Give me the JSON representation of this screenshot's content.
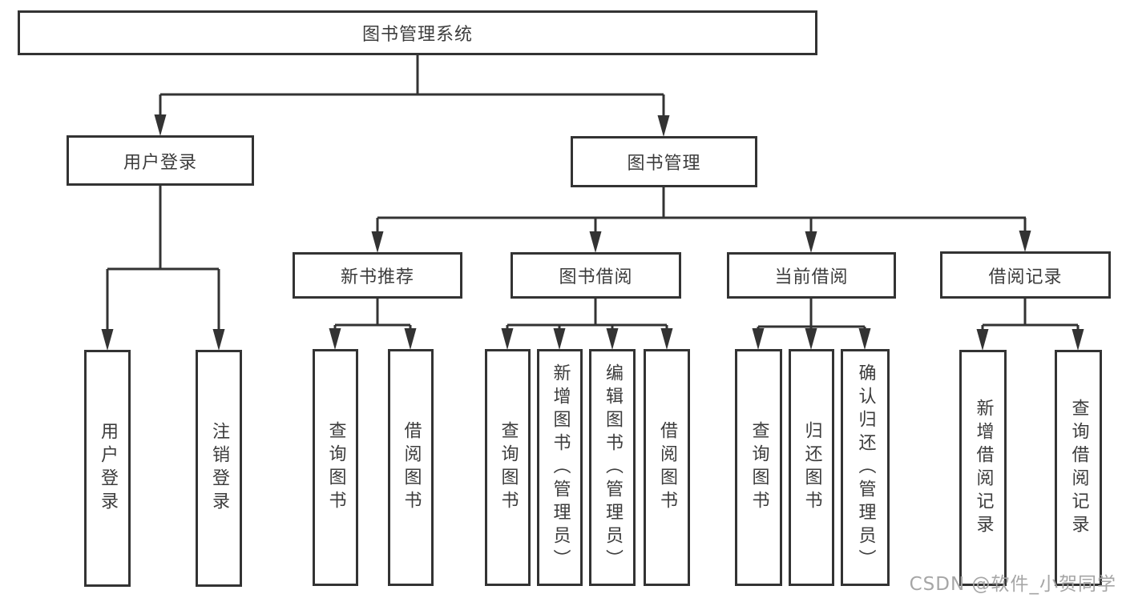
{
  "diagram": {
    "root": {
      "label": "图书管理系统"
    },
    "branches": [
      {
        "label": "用户登录",
        "children": [
          {
            "label": "用户登录"
          },
          {
            "label": "注销登录"
          }
        ]
      },
      {
        "label": "图书管理",
        "children": [
          {
            "label": "新书推荐",
            "children": [
              {
                "label": "查询图书"
              },
              {
                "label": "借阅图书"
              }
            ]
          },
          {
            "label": "图书借阅",
            "children": [
              {
                "label": "查询图书"
              },
              {
                "label": "新增图书（管理员）"
              },
              {
                "label": "编辑图书（管理员）"
              },
              {
                "label": "借阅图书"
              }
            ]
          },
          {
            "label": "当前借阅",
            "children": [
              {
                "label": "查询图书"
              },
              {
                "label": "归还图书"
              },
              {
                "label": "确认归还（管理员）"
              }
            ]
          },
          {
            "label": "借阅记录",
            "children": [
              {
                "label": "新增借阅记录"
              },
              {
                "label": "查询借阅记录"
              }
            ]
          }
        ]
      }
    ]
  },
  "watermark": {
    "text": "CSDN @软件_小贺同学"
  },
  "colors": {
    "line-color": "#333333",
    "text-color": "#3c3c3c",
    "watermark-color": "#a6a6a6",
    "box-bg": "#ffffff",
    "page-bg": "#ffffff"
  }
}
